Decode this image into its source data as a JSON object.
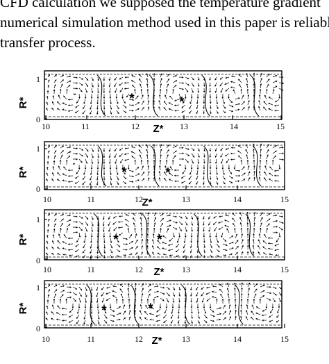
{
  "text": {
    "lines": [
      "CFD calculation we supposed the temperature gradient",
      "numerical simulation method used in this paper is reliable",
      "transfer process."
    ]
  },
  "figure": {
    "panels": [
      {
        "ylabel": "R*",
        "xlabel": "Z*",
        "yticks": [
          "0",
          "1"
        ],
        "xticks": [
          "10",
          "11",
          "12",
          "13",
          "14",
          "15"
        ],
        "markers": [
          "*",
          "*"
        ],
        "xlim": [
          10,
          15
        ],
        "ylim": [
          0,
          1
        ]
      },
      {
        "ylabel": "R*",
        "xlabel": "Z*",
        "yticks": [
          "0",
          "1"
        ],
        "xticks": [
          "10",
          "11",
          "12",
          "13",
          "14",
          "15"
        ],
        "markers": [
          "*",
          "*"
        ],
        "xlim": [
          10,
          15
        ],
        "ylim": [
          0,
          1
        ]
      },
      {
        "ylabel": "R*",
        "xlabel": "Z*",
        "yticks": [
          "0",
          "1"
        ],
        "xticks": [
          "10",
          "11",
          "12",
          "13",
          "14",
          "15"
        ],
        "markers": [
          "*",
          "*"
        ],
        "xlim": [
          10,
          15
        ],
        "ylim": [
          0,
          1
        ]
      },
      {
        "ylabel": "R*",
        "xlabel": "Z*",
        "yticks": [
          "0",
          "1"
        ],
        "xticks": [
          "10",
          "11",
          "12",
          "13",
          "14",
          "15"
        ],
        "markers": [
          "*",
          "*"
        ],
        "xlim": [
          10,
          15
        ],
        "ylim": [
          0,
          1
        ]
      }
    ]
  }
}
